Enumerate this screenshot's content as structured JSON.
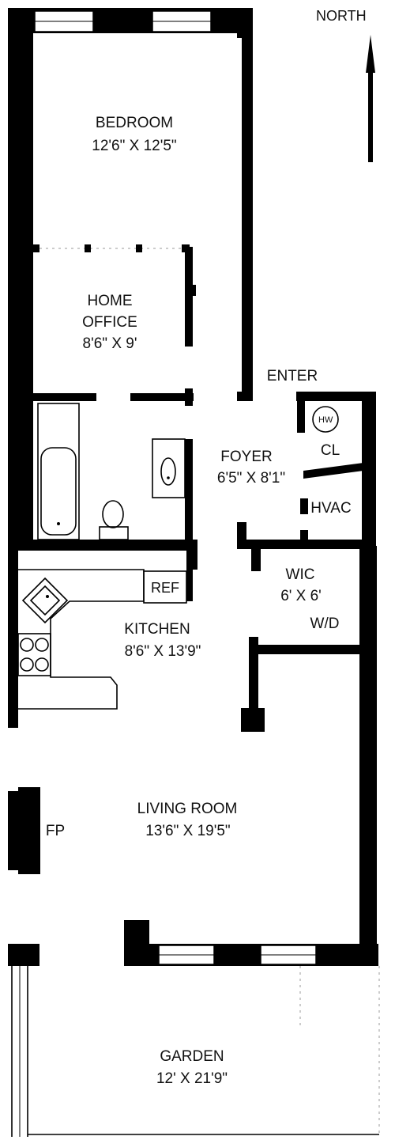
{
  "compass": {
    "label": "NORTH"
  },
  "rooms": {
    "bedroom": {
      "name": "BEDROOM",
      "dims": "12'6\" X 12'5\""
    },
    "home_office": {
      "name_line1": "HOME",
      "name_line2": "OFFICE",
      "dims": "8'6\" X 9'"
    },
    "foyer": {
      "name": "FOYER",
      "dims": "6'5\" X 8'1\""
    },
    "wic": {
      "name": "WIC",
      "dims": "6' X 6'"
    },
    "kitchen": {
      "name": "KITCHEN",
      "dims": "8'6\" X 13'9\""
    },
    "living_room": {
      "name": "LIVING ROOM",
      "dims": "13'6\" X 19'5\""
    },
    "garden": {
      "name": "GARDEN",
      "dims": "12' X 21'9\""
    }
  },
  "labels": {
    "enter": "ENTER",
    "closet": "CL",
    "hvac": "HVAC",
    "water_heater": "HW",
    "washer_dryer": "W/D",
    "refrigerator": "REF",
    "fireplace": "FP"
  },
  "colors": {
    "wall": "#000000",
    "background": "#ffffff"
  }
}
